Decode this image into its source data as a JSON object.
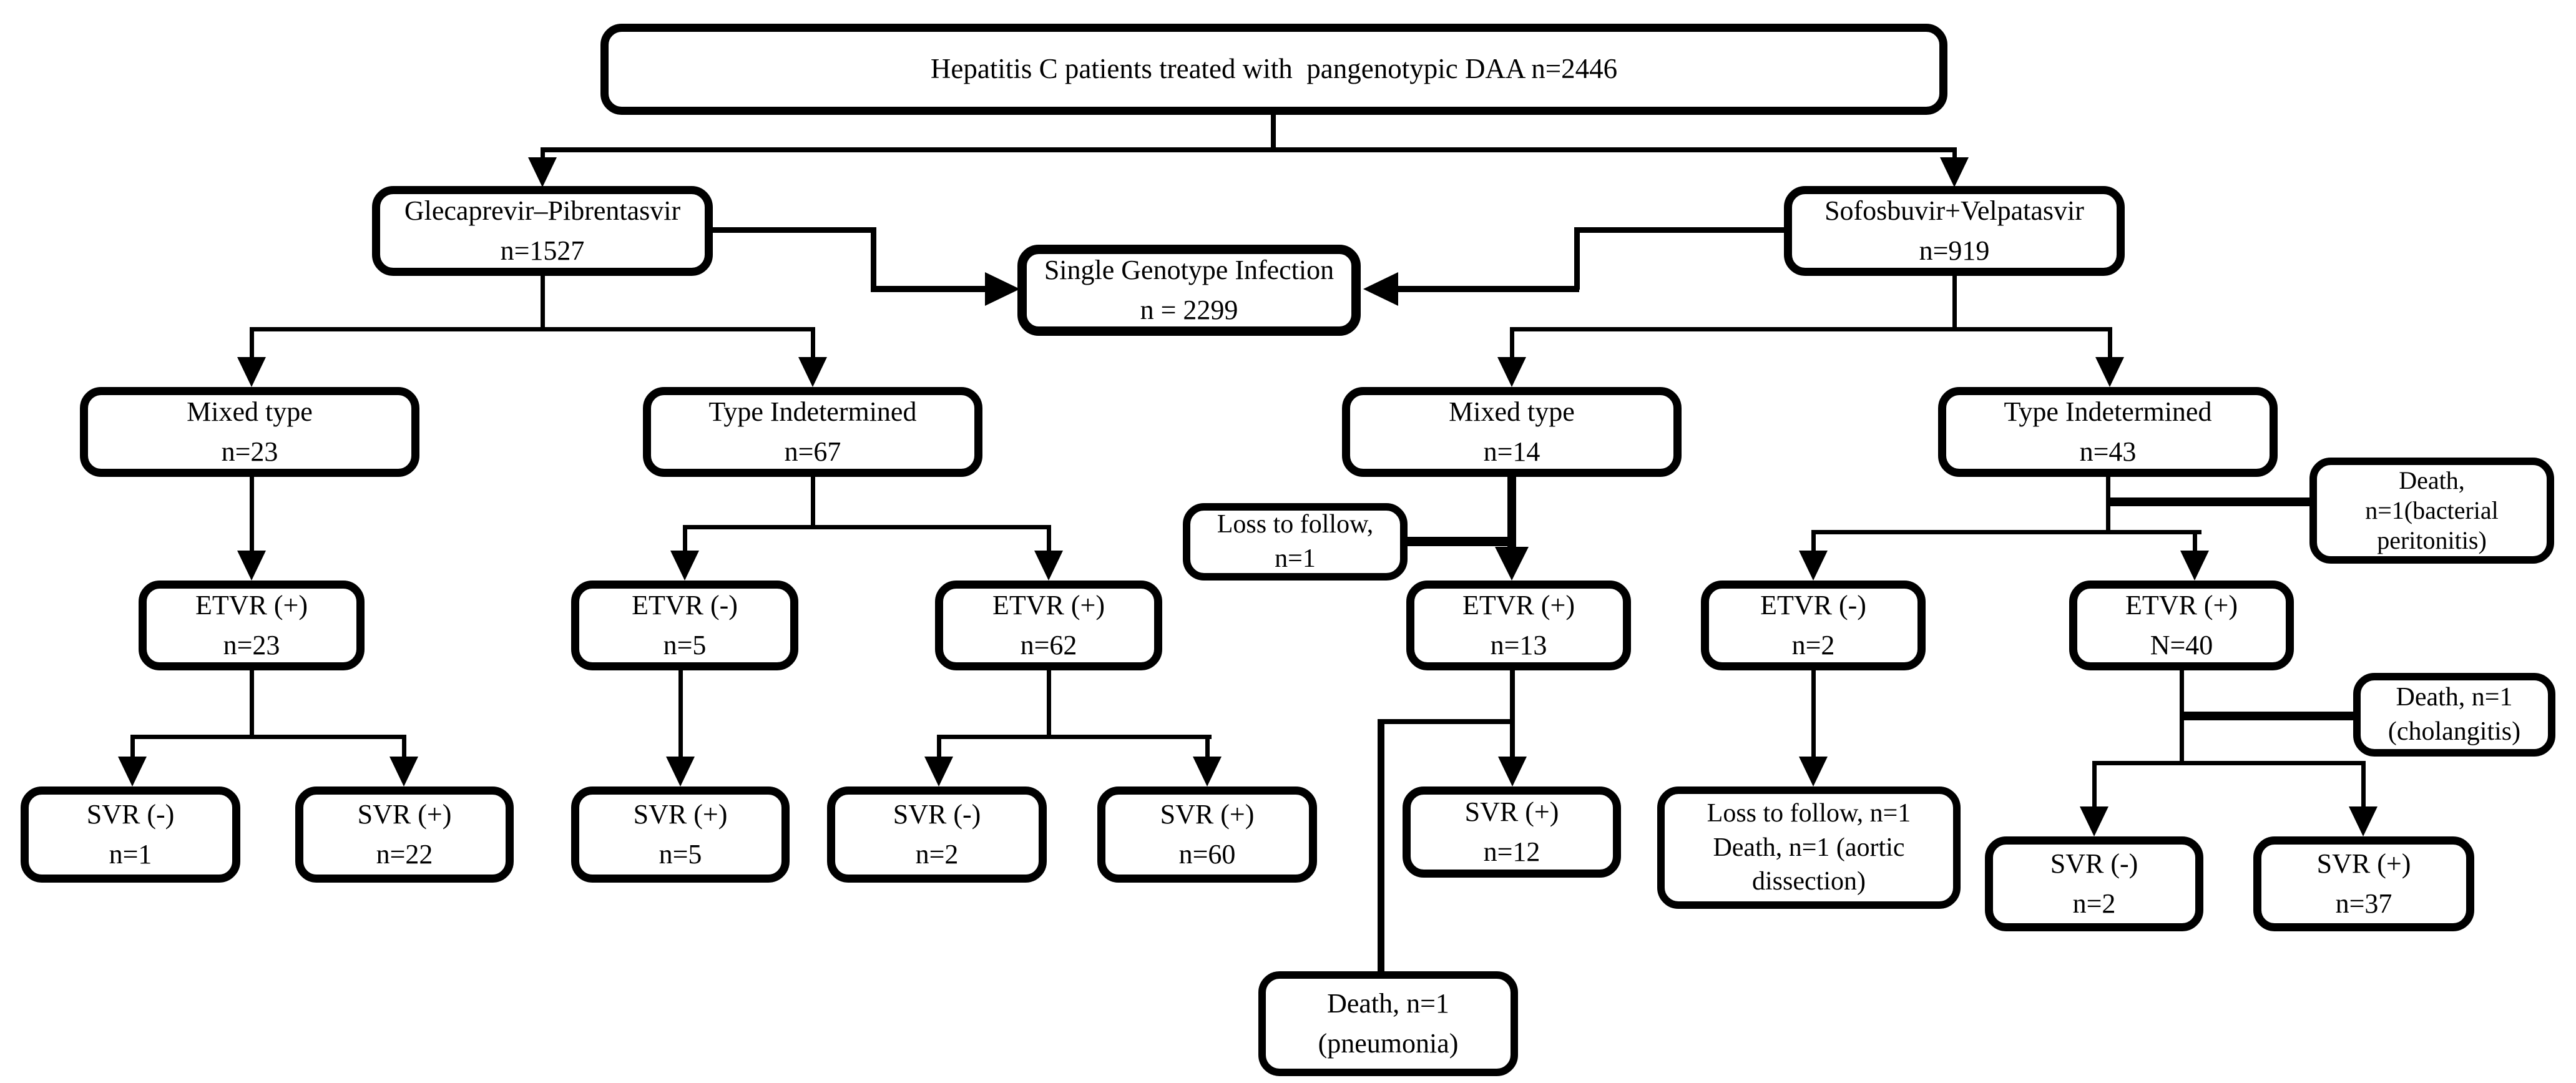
{
  "diagram_title": "Hepatitis C pangenotypic DAA treatment patient flow",
  "colors": {
    "background": "#ffffff",
    "box_border": "#000000",
    "box_fill": "#ffffff",
    "line": "#000000",
    "text": "#000000"
  },
  "nodes": {
    "root": {
      "lines": [
        "Hepatitis C patients treated with  pangenotypic DAA n=2446"
      ]
    },
    "glecaprevir": {
      "lines": [
        "Glecaprevir–Pibrentasvir",
        "n=1527"
      ]
    },
    "sofosbuvir": {
      "lines": [
        "Sofosbuvir+Velpatasvir",
        "n=919"
      ]
    },
    "single_genotype": {
      "lines": [
        "Single Genotype Infection",
        "n = 2299"
      ]
    },
    "mixed_type_gp": {
      "lines": [
        "Mixed type",
        "n=23"
      ]
    },
    "type_indetermined_gp": {
      "lines": [
        "Type Indetermined",
        "n=67"
      ]
    },
    "mixed_type_sv": {
      "lines": [
        "Mixed type",
        "n=14"
      ]
    },
    "type_indetermined_sv": {
      "lines": [
        "Type Indetermined",
        "n=43"
      ]
    },
    "death_bacterial_peritonitis": {
      "lines": [
        "Death,",
        "n=1(bacterial",
        "peritonitis)"
      ]
    },
    "loss_to_follow_1": {
      "lines": [
        "Loss to follow,",
        "n=1"
      ]
    },
    "etvr_pos_23": {
      "lines": [
        "ETVR (+)",
        "n=23"
      ]
    },
    "etvr_neg_5": {
      "lines": [
        "ETVR (-)",
        "n=5"
      ]
    },
    "etvr_pos_62": {
      "lines": [
        "ETVR (+)",
        "n=62"
      ]
    },
    "etvr_pos_13": {
      "lines": [
        "ETVR (+)",
        "n=13"
      ]
    },
    "etvr_neg_2": {
      "lines": [
        "ETVR (-)",
        "n=2"
      ]
    },
    "etvr_pos_40": {
      "lines": [
        "ETVR (+)",
        "N=40"
      ]
    },
    "svr_neg_1": {
      "lines": [
        "SVR (-)",
        "n=1"
      ]
    },
    "svr_pos_22": {
      "lines": [
        "SVR (+)",
        "n=22"
      ]
    },
    "svr_pos_5": {
      "lines": [
        "SVR (+)",
        "n=5"
      ]
    },
    "svr_neg_2_gp": {
      "lines": [
        "SVR (-)",
        "n=2"
      ]
    },
    "svr_pos_60": {
      "lines": [
        "SVR (+)",
        "n=60"
      ]
    },
    "svr_pos_12": {
      "lines": [
        "SVR (+)",
        "n=12"
      ]
    },
    "loss_death_aortic": {
      "lines": [
        "Loss to follow, n=1",
        "Death, n=1 (aortic",
        "dissection)"
      ]
    },
    "death_cholangitis": {
      "lines": [
        "Death, n=1",
        "(cholangitis)"
      ]
    },
    "svr_neg_2_sv": {
      "lines": [
        "SVR (-)",
        "n=2"
      ]
    },
    "svr_pos_37": {
      "lines": [
        "SVR (+)",
        "n=37"
      ]
    },
    "death_pneumonia": {
      "lines": [
        "Death, n=1",
        "(pneumonia)"
      ]
    }
  },
  "edges": [
    {
      "from": "root",
      "to": "glecaprevir"
    },
    {
      "from": "root",
      "to": "sofosbuvir"
    },
    {
      "from": "glecaprevir",
      "to": "single_genotype"
    },
    {
      "from": "sofosbuvir",
      "to": "single_genotype"
    },
    {
      "from": "glecaprevir",
      "to": "mixed_type_gp"
    },
    {
      "from": "glecaprevir",
      "to": "type_indetermined_gp"
    },
    {
      "from": "sofosbuvir",
      "to": "mixed_type_sv"
    },
    {
      "from": "sofosbuvir",
      "to": "type_indetermined_sv"
    },
    {
      "from": "mixed_type_gp",
      "to": "etvr_pos_23"
    },
    {
      "from": "type_indetermined_gp",
      "to": "etvr_neg_5"
    },
    {
      "from": "type_indetermined_gp",
      "to": "etvr_pos_62"
    },
    {
      "from": "mixed_type_sv",
      "to": "etvr_pos_13"
    },
    {
      "from": "mixed_type_sv",
      "to": "loss_to_follow_1"
    },
    {
      "from": "type_indetermined_sv",
      "to": "death_bacterial_peritonitis"
    },
    {
      "from": "type_indetermined_sv",
      "to": "etvr_neg_2"
    },
    {
      "from": "type_indetermined_sv",
      "to": "etvr_pos_40"
    },
    {
      "from": "etvr_pos_23",
      "to": "svr_neg_1"
    },
    {
      "from": "etvr_pos_23",
      "to": "svr_pos_22"
    },
    {
      "from": "etvr_neg_5",
      "to": "svr_pos_5"
    },
    {
      "from": "etvr_pos_62",
      "to": "svr_neg_2_gp"
    },
    {
      "from": "etvr_pos_62",
      "to": "svr_pos_60"
    },
    {
      "from": "etvr_pos_13",
      "to": "svr_pos_12"
    },
    {
      "from": "etvr_pos_13",
      "to": "death_pneumonia"
    },
    {
      "from": "etvr_neg_2",
      "to": "loss_death_aortic"
    },
    {
      "from": "etvr_pos_40",
      "to": "death_cholangitis"
    },
    {
      "from": "etvr_pos_40",
      "to": "svr_neg_2_sv"
    },
    {
      "from": "etvr_pos_40",
      "to": "svr_pos_37"
    }
  ]
}
